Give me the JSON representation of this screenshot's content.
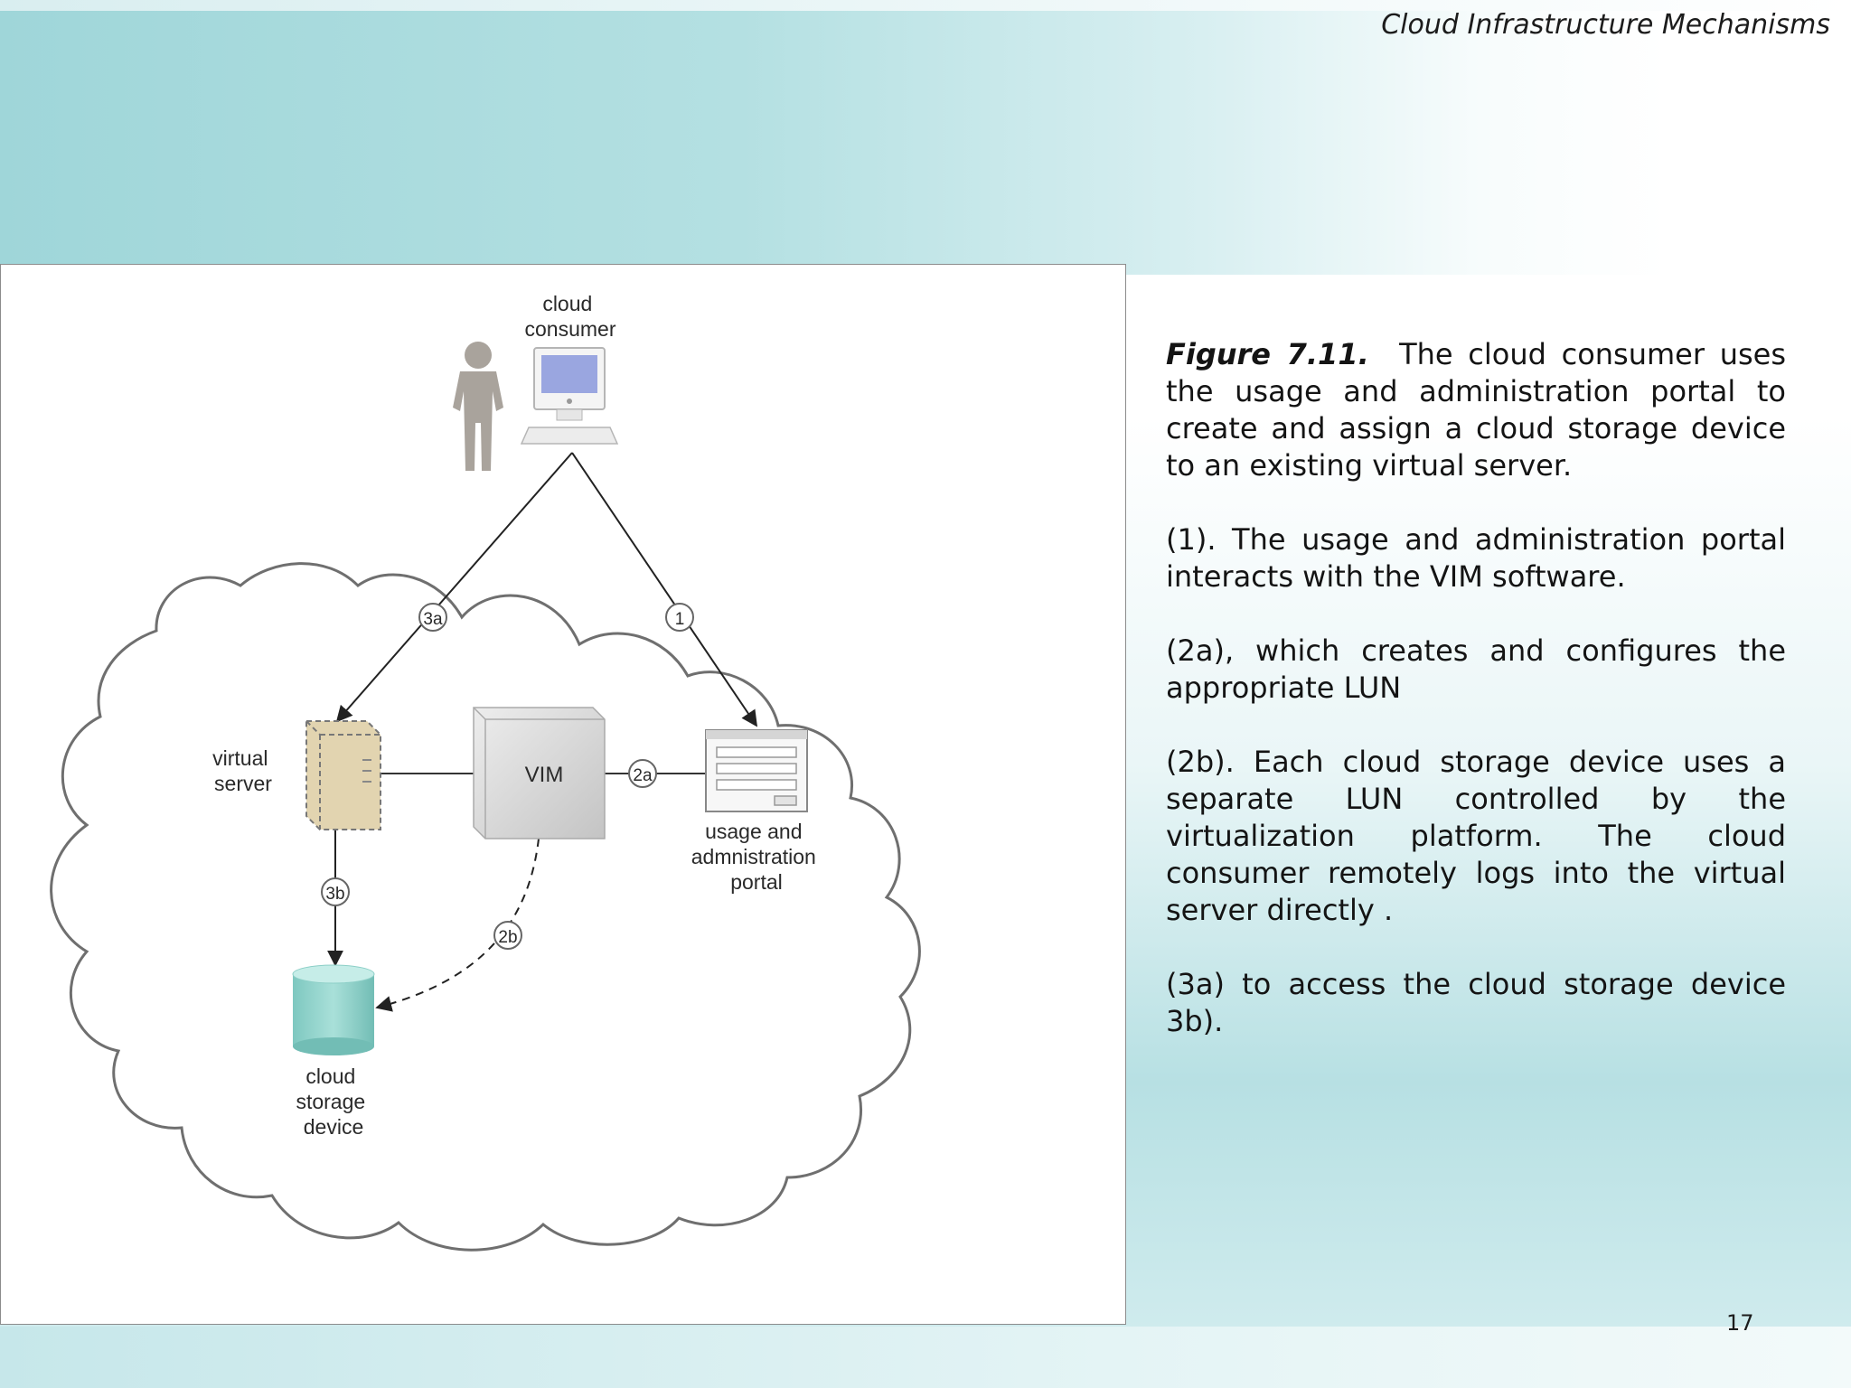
{
  "header": {
    "title": "Cloud Infrastructure Mechanisms"
  },
  "diagram": {
    "cloud_consumer_label": [
      "cloud",
      "consumer"
    ],
    "virtual_server_label": [
      "virtual",
      "server"
    ],
    "vim_label": "VIM",
    "portal_label": [
      "usage and",
      "admnistration",
      "portal"
    ],
    "storage_label": [
      "cloud",
      "storage",
      "device"
    ],
    "steps": {
      "step_1": "1",
      "step_2a": "2a",
      "step_2b": "2b",
      "step_3a": "3a",
      "step_3b": "3b"
    },
    "colors": {
      "monitor_screen": "#9aa6e0",
      "virtual_server": "#e2d4b0",
      "storage": "#93d4cc",
      "vim_box": "#d2d2d2",
      "cloud_outline": "#6f6f6f"
    },
    "icons": [
      "person-icon",
      "computer-icon",
      "virtual-server-icon",
      "vim-icon",
      "portal-window-icon",
      "storage-cylinder-icon",
      "cloud-icon"
    ]
  },
  "caption": {
    "figure_label": "Figure 7.11.",
    "figure_text": "The cloud consumer uses the usage and administration portal to create and assign a cloud storage device to an existing virtual server.",
    "step_1": "(1). The usage and administration portal interacts with the VIM software.",
    "step_2a": "(2a), which creates and configures the appropriate LUN",
    "step_2b": "(2b). Each cloud storage device uses a separate LUN controlled by the virtualization platform. The cloud consumer remotely logs into the virtual server directly .",
    "step_3": "(3a) to access the cloud storage device 3b)."
  },
  "footer": {
    "page_number": "17"
  }
}
